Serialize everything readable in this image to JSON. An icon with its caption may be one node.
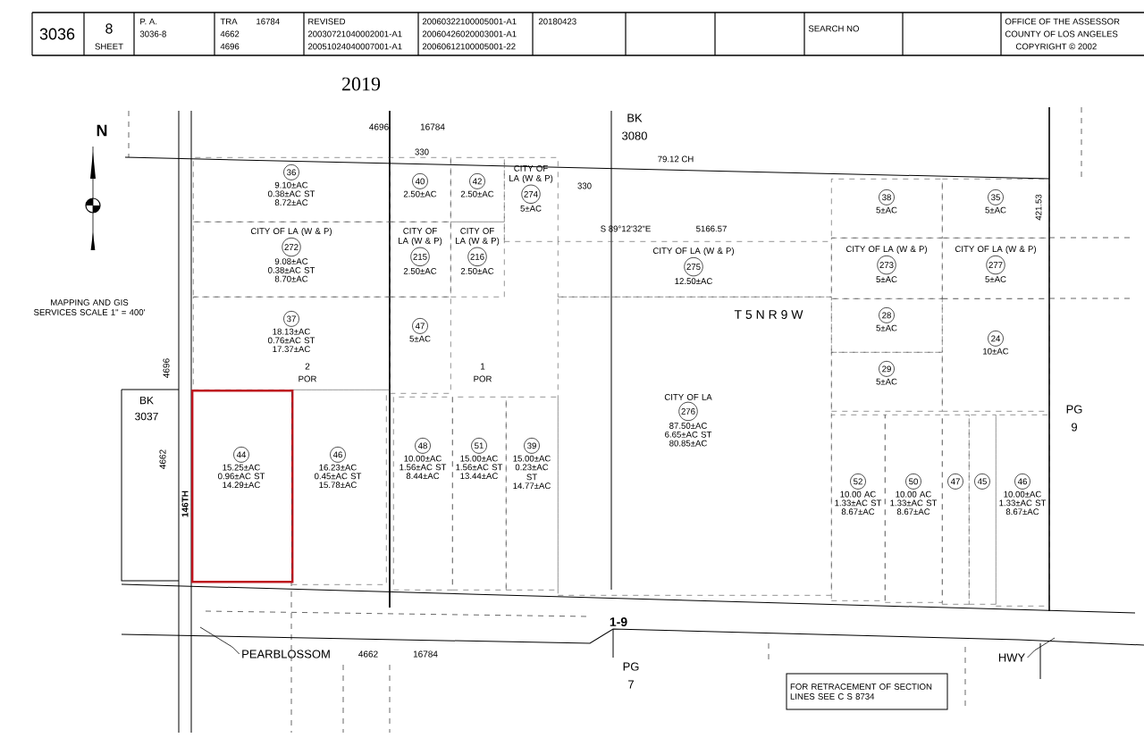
{
  "diagram": {
    "nodes": [
      {
        "text": [
          "36",
          "9.10±AC",
          "0.38±AC ST",
          "8.72±AC"
        ]
      },
      {
        "text": [
          "CITY OF LA (W & P)",
          "272",
          "9.08±AC",
          "0.38±AC ST",
          "8.70±AC"
        ]
      },
      {
        "text": [
          "37",
          "18.13±AC",
          "0.76±AC ST",
          "17.37±AC"
        ]
      },
      {
        "text": [
          "44",
          "15.25±AC",
          "0.96±AC ST",
          "14.29±AC"
        ]
      },
      {
        "text": [
          "46",
          "16.23±AC",
          "0.45±AC ST",
          "15.78±AC"
        ]
      },
      {
        "text": [
          "40",
          "2.50±AC"
        ]
      },
      {
        "text": [
          "42",
          "2.50±AC"
        ]
      },
      {
        "text": [
          "CITY OF LA (W & P)",
          "274",
          "5±AC"
        ]
      },
      {
        "text": [
          "CITY OF LA (W & P)",
          "215",
          "2.50±AC"
        ]
      },
      {
        "text": [
          "CITY OF LA (W & P)",
          "216",
          "2.50±AC"
        ]
      },
      {
        "text": [
          "47",
          "5±AC"
        ]
      },
      {
        "text": [
          "48",
          "10.00±AC",
          "1.56±AC ST",
          "8.44±AC"
        ]
      },
      {
        "text": [
          "51",
          "15.00±AC",
          "1.56±AC ST",
          "13.44±AC"
        ]
      },
      {
        "text": [
          "39",
          "15.00±AC",
          "0.23±AC ST",
          "14.77±AC"
        ]
      },
      {
        "text": [
          "CITY OF LA (W & P)",
          "275",
          "12.50±AC"
        ]
      },
      {
        "text": [
          "CITY OF LA",
          "276",
          "87.50±AC",
          "6.65±AC ST",
          "80.85±AC"
        ]
      },
      {
        "text": [
          "38",
          "5±AC"
        ]
      },
      {
        "text": [
          "35",
          "5±AC"
        ]
      },
      {
        "text": [
          "CITY OF LA (W & P)",
          "273",
          "5±AC"
        ]
      },
      {
        "text": [
          "CITY OF LA (W & P)",
          "277",
          "5±AC"
        ]
      },
      {
        "text": [
          "28",
          "5±AC"
        ]
      },
      {
        "text": [
          "24",
          "10±AC"
        ]
      },
      {
        "text": [
          "29",
          "5±AC"
        ]
      },
      {
        "text": [
          "52",
          "10.00 AC",
          "1.33±AC ST",
          "8.67±AC"
        ]
      },
      {
        "text": [
          "50",
          "10.00 AC",
          "1.33±AC ST",
          "8.67±AC"
        ]
      },
      {
        "text": [
          "47"
        ]
      },
      {
        "text": [
          "45"
        ]
      },
      {
        "text": [
          "46",
          "10.00±AC",
          "1.33±AC ST",
          "8.67±AC"
        ]
      },
      {
        "text": [
          "FOR RETRACEMENT OF SECTION LINES SEE C S 8734"
        ]
      },
      {
        "text": [
          "PEARBLOSSOM"
        ]
      },
      {
        "text": [
          "HWY"
        ]
      }
    ],
    "edges": [
      {
        "from": 29,
        "to": null,
        "arrow": "none"
      },
      {
        "from": 30,
        "to": null,
        "arrow": "none"
      }
    ],
    "labels": [
      "3036",
      "8",
      "SHEET",
      "P. A.",
      "3036-8",
      "TRA",
      "16784",
      "4662",
      "4696",
      "REVISED",
      "20030721040002001-A1",
      "20051024040007001-A1",
      "20060322100005001-A1",
      "20060426020003001-A1",
      "20060612100005001-22",
      "20180423",
      "SEARCH NO",
      "OFFICE OF THE ASSESSOR",
      "COUNTY OF LOS ANGELES",
      "COPYRIGHT © 2002",
      "2019",
      "N",
      "MAPPING AND GIS SERVICES SCALE 1\" = 400'",
      "4696",
      "16784",
      "BK",
      "3080",
      "79.12 CH",
      "330",
      "330",
      "S 89°12'32\"E",
      "5166.57",
      "T 5 N R 9 W",
      "421.53",
      "BK",
      "3037",
      "4696",
      "4662",
      "146TH",
      "2",
      "POR",
      "1",
      "POR",
      "PG",
      "9",
      "PG",
      "7",
      "1-9",
      "4662",
      "16784"
    ]
  }
}
